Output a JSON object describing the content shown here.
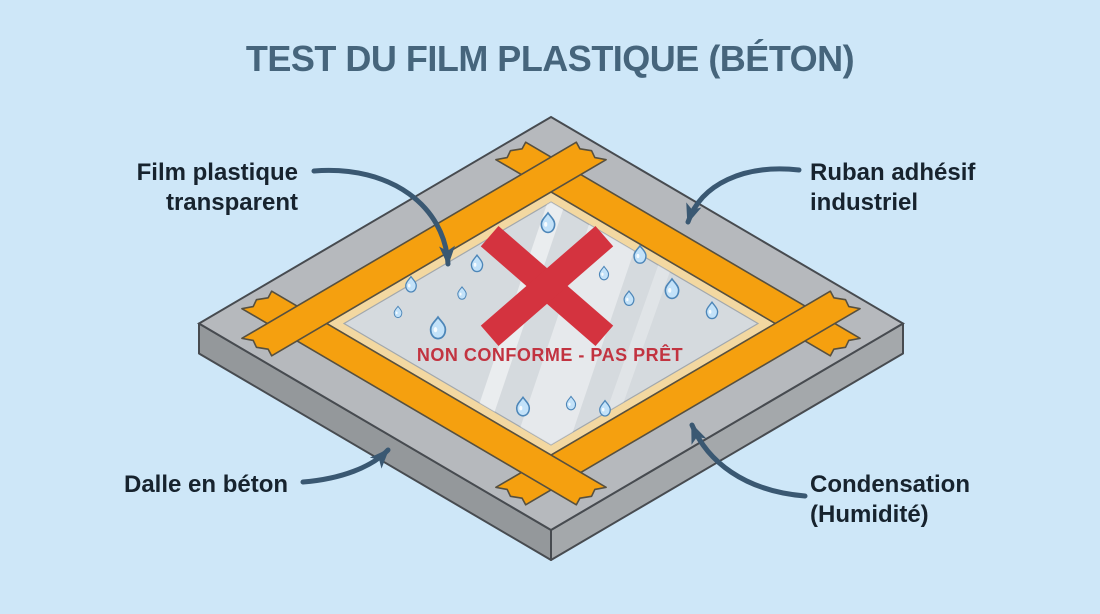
{
  "title": {
    "text": "TEST DU FILM PLASTIQUE (BÉTON)"
  },
  "verdict": {
    "text": "NON CONFORME - PAS PRÊT"
  },
  "labels": {
    "film": {
      "line1": "Film plastique",
      "line2": "transparent"
    },
    "tape": {
      "line1": "Ruban adhésif",
      "line2": "industriel"
    },
    "slab": {
      "text": "Dalle en béton"
    },
    "condensation": {
      "line1": "Condensation",
      "line2": "(Humidité)"
    }
  },
  "colors": {
    "background": "#cee7f8",
    "title": "#46657c",
    "label": "#17232e",
    "arrow": "#3a5872",
    "slab_top": "#b6b9bd",
    "slab_side_left": "#94989b",
    "slab_side_right": "#a4a8ab",
    "tape": "#f5a00f",
    "film": "#d5dade",
    "film_border": "#f3d8a1",
    "droplet": "#c3e2f9",
    "droplet_outline": "#4d86b8",
    "cross": "#d4333f",
    "verdict": "#c23340"
  }
}
